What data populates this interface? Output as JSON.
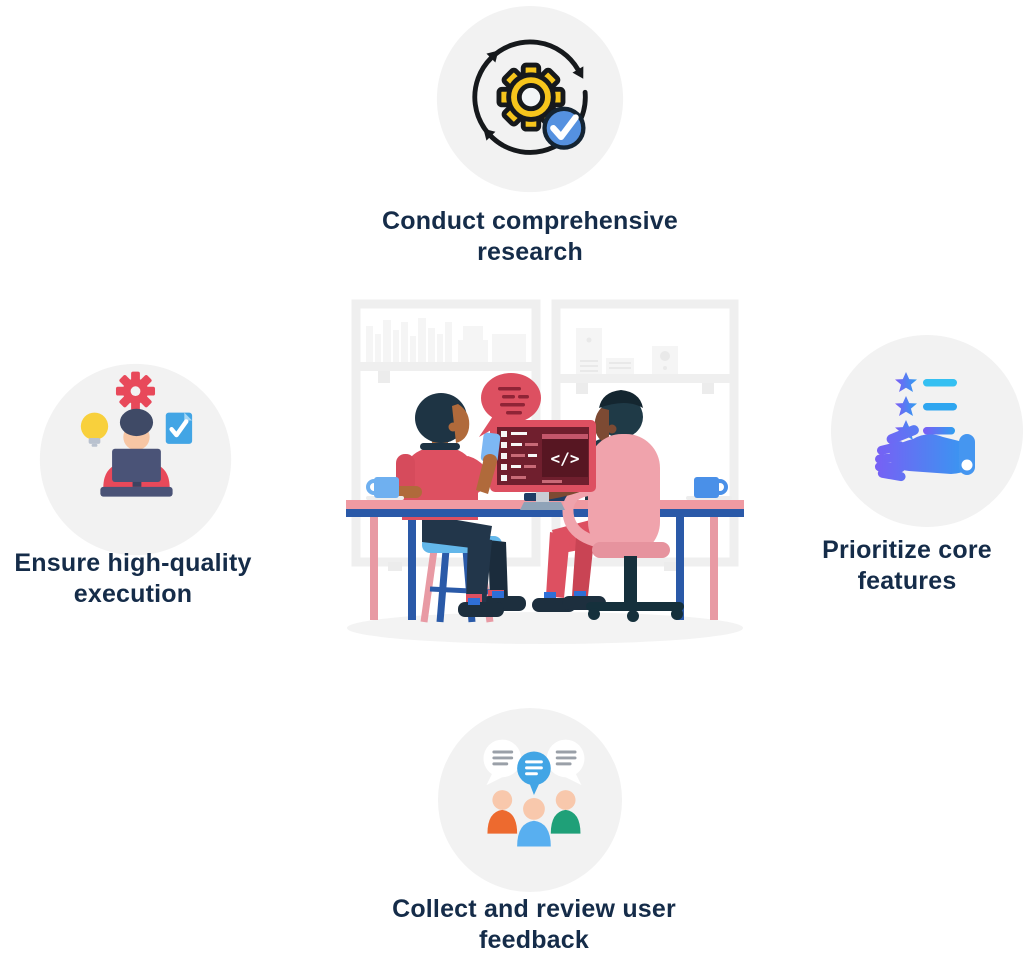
{
  "diagram": {
    "top": {
      "label": "Conduct comprehensive research",
      "icon": "process-cycle-check-icon"
    },
    "left": {
      "label": "Ensure high-quality execution",
      "icon": "developer-quality-icon"
    },
    "right": {
      "label": "Prioritize core features",
      "icon": "hand-priority-list-icon"
    },
    "bottom": {
      "label": "Collect and review user feedback",
      "icon": "team-feedback-chat-icon"
    },
    "center": {
      "illustration": "two-developers-at-workstation",
      "monitor_code_text": "</>"
    }
  },
  "colors": {
    "label_text": "#152c49",
    "node_circle_bg": "#f2f2f2",
    "illustration_red": "#dd5061",
    "screen_maroon": "#701f2e",
    "desk_blue": "#2a59a8",
    "desk_pink": "#ef9aa2",
    "gear_yellow": "#f6c51c",
    "badge_blue": "#5591e0",
    "doc_blue": "#42a5e5",
    "priority_gradient_start": "#7c5cf5",
    "priority_gradient_end": "#2f9ff0",
    "person_orange": "#ed6a2f",
    "person_green": "#1fa078",
    "person_blue": "#58aff0"
  }
}
